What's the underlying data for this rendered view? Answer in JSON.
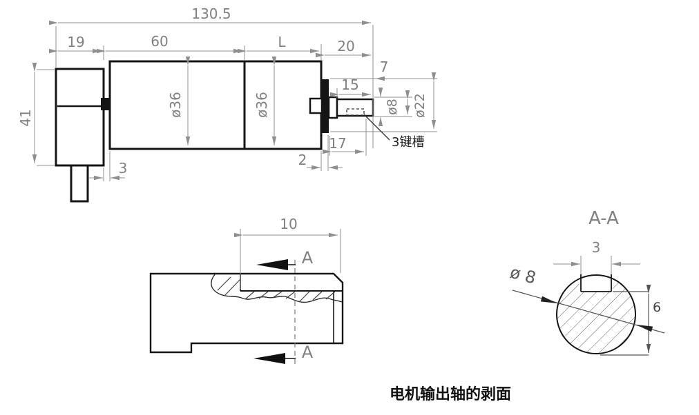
{
  "main_view": {
    "overall_length": "130.5",
    "rear_length": "19",
    "motor_length": "60",
    "gearbox_length": "L",
    "shaft_length": "20",
    "offset_7": "7",
    "shaft_exposed": "15",
    "shaft_dia": "ø8",
    "boss_dia": "ø22",
    "keyway_end": "17",
    "boss_width": "2",
    "plate_gap": "3",
    "housing_height": "41",
    "motor_dia": "ø36",
    "gearbox_dia": "ø36",
    "keyway_note": "3键槽"
  },
  "detail_view": {
    "flat_length": "10",
    "section_label_top": "A",
    "section_label_bottom": "A"
  },
  "section_view": {
    "title": "A-A",
    "keyway_width": "3",
    "shaft_dia": "ø 8",
    "flat_height": "6"
  },
  "caption": "电机输出轴的剥面",
  "colors": {
    "outline": "#151515",
    "dim_line": "#8f8f8f",
    "dim_text": "#808080",
    "background": "#ffffff"
  }
}
